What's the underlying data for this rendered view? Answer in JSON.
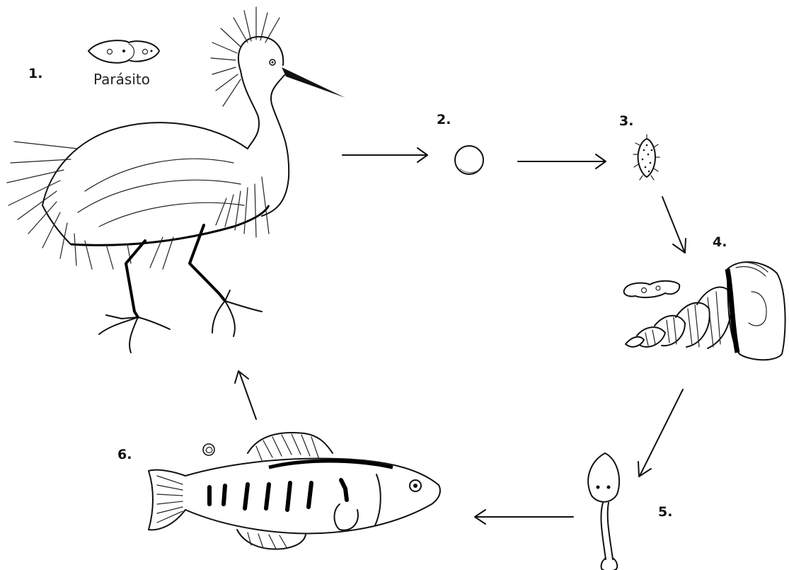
{
  "diagram": {
    "steps": [
      {
        "number": "1.",
        "host": "egret-bird"
      },
      {
        "number": "2.",
        "host": "egg"
      },
      {
        "number": "3.",
        "host": "miracidium"
      },
      {
        "number": "4.",
        "host": "snail"
      },
      {
        "number": "5.",
        "host": "cercaria"
      },
      {
        "number": "6.",
        "host": "fish"
      }
    ],
    "parasite_label": "Parásito"
  }
}
